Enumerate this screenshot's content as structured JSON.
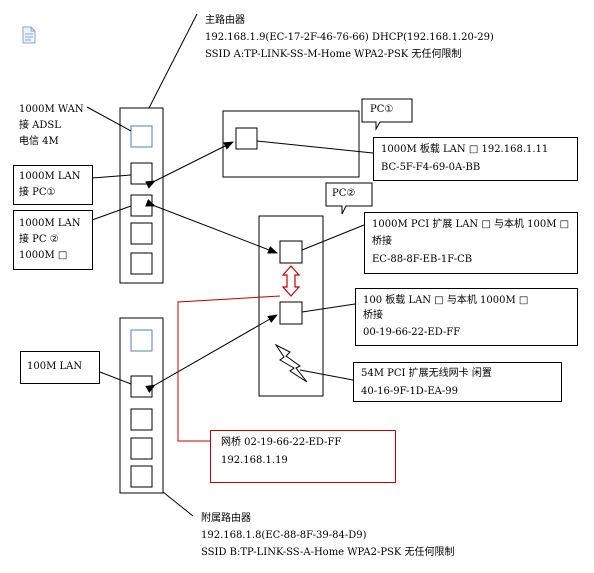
{
  "main_router": {
    "title": "主路由器",
    "line1": "192.168.1.9(EC-17-2F-46-76-66) DHCP(192.168.1.20-29)",
    "line2": "SSID A:TP-LINK-SS-M-Home WPA2-PSK  无任何限制"
  },
  "wan_label": {
    "line1": "1000M WAN",
    "line2": "接 ADSL",
    "line3": "电信 4M"
  },
  "lan1_box": {
    "line1": "1000M LAN",
    "line2": "接 PC①"
  },
  "lan2_box": {
    "line1": "1000M LAN",
    "line2": "接 PC ②",
    "line3": "1000M □"
  },
  "pc1_callout": "PC①",
  "pc2_callout": "PC②",
  "pc1_nic": {
    "line1": "1000M 板载 LAN □  192.168.1.11",
    "line2": "BC-5F-F4-69-0A-BB"
  },
  "pc2_nic1": {
    "line1": "1000M PCI 扩展 LAN □  与本机 100M □",
    "line2": "桥接",
    "line3": "EC-88-8F-EB-1F-CB"
  },
  "pc2_nic2": {
    "line1": "100 板载 LAN □  与本机 1000M □",
    "line2": "桥接",
    "line3": "00-19-66-22-ED-FF"
  },
  "wireless_nic": {
    "line1": "54M PCI 扩展无线网卡  闲置",
    "line2": "40-16-9F-1D-EA-99"
  },
  "lan_100m": "100M LAN",
  "bridge": {
    "line1": "网桥  02-19-66-22-ED-FF",
    "line2": "192.168.1.19"
  },
  "sub_router": {
    "title": "附属路由器",
    "line1": "192.168.1.8(EC-88-8F-39-84-D9)",
    "line2": "SSID B:TP-LINK-SS-A-Home WPA2-PSK  无任何限制"
  },
  "colors": {
    "wan_port": "#4f81bd",
    "bridge_link": "#c00000",
    "line": "#000000"
  }
}
